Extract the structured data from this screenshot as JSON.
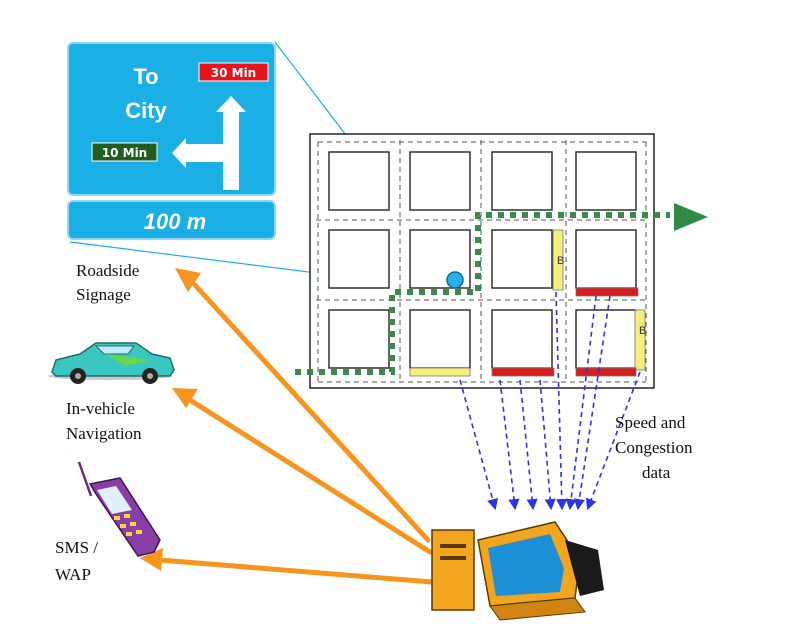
{
  "sign": {
    "line1": "To",
    "line2": "City",
    "badge_right": "30 Min",
    "badge_left": "10 Min",
    "distance": "100 m"
  },
  "labels": {
    "roadside_1": "Roadside",
    "roadside_2": "Signage",
    "invehicle_1": "In-vehicle",
    "invehicle_2": "Navigation",
    "sms_1": "SMS /",
    "sms_2": "WAP",
    "speed_1": "Speed and",
    "speed_2": "Congestion",
    "speed_3": "data"
  },
  "colors": {
    "sign_blue": "#1ab0e6",
    "badge_red": "#e8141c",
    "badge_green": "#1f5e1f",
    "route_green": "#3a8a4a",
    "arrow_orange": "#f7941d",
    "data_blue": "#2b35e0",
    "sensor_yellow": "#f4ef7a",
    "sensor_red": "#d81b1b"
  }
}
